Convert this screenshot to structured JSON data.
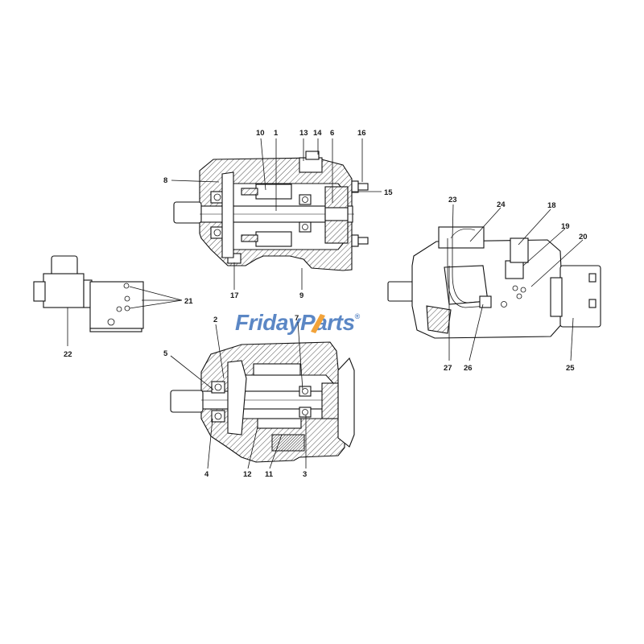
{
  "watermark": {
    "word1": "Friday",
    "word2": "Parts",
    "registered": "®",
    "colors": {
      "blue": "#5b87c5",
      "orange": "#f2a33a"
    }
  },
  "labels": {
    "n1": "1",
    "n2": "2",
    "n3": "3",
    "n4": "4",
    "n5": "5",
    "n6": "6",
    "n7": "7",
    "n8": "8",
    "n9": "9",
    "n10": "10",
    "n11": "11",
    "n12": "12",
    "n13": "13",
    "n14": "14",
    "n15": "15",
    "n16": "16",
    "n17": "17",
    "n18": "18",
    "n19": "19",
    "n20": "20",
    "n21": "21",
    "n22": "22",
    "n23": "23",
    "n24": "24",
    "n25": "25",
    "n26": "26",
    "n27": "27"
  }
}
